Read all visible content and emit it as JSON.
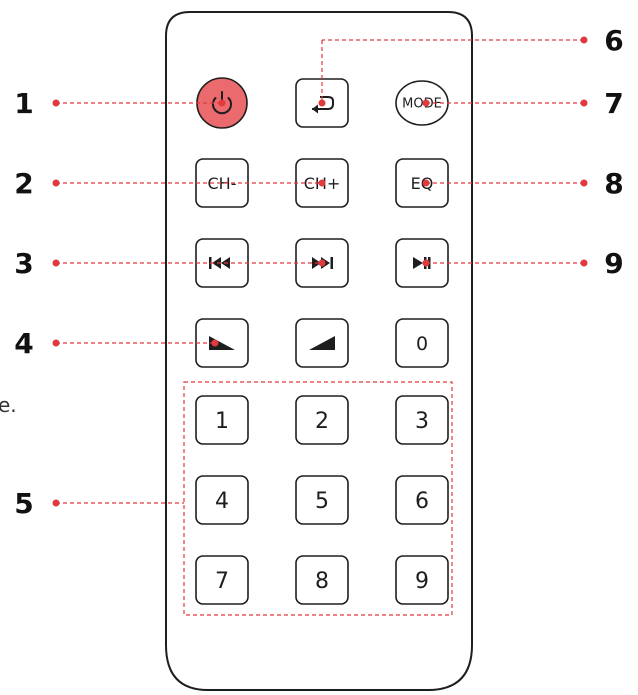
{
  "colors": {
    "accent": "#e03a3e",
    "power_fill": "#ea6a6d",
    "outline": "#1e1e1e"
  },
  "remote": {
    "rows": [
      [
        {
          "name": "power-button",
          "text": "",
          "icon": "power-icon"
        },
        {
          "name": "return-button",
          "text": "",
          "icon": "return-arrow-icon"
        },
        {
          "name": "mode-button",
          "text": "MODE",
          "icon": ""
        }
      ],
      [
        {
          "name": "channel-down-button",
          "text": "CH-",
          "icon": ""
        },
        {
          "name": "channel-up-button",
          "text": "CH+",
          "icon": ""
        },
        {
          "name": "eq-button",
          "text": "EQ",
          "icon": ""
        }
      ],
      [
        {
          "name": "previous-track-button",
          "text": "",
          "icon": "previous-track-icon"
        },
        {
          "name": "next-track-button",
          "text": "",
          "icon": "next-track-icon"
        },
        {
          "name": "play-pause-button",
          "text": "",
          "icon": "play-pause-icon"
        }
      ],
      [
        {
          "name": "volume-down-button",
          "text": "",
          "icon": "volume-down-icon"
        },
        {
          "name": "volume-up-button",
          "text": "",
          "icon": "volume-up-icon"
        },
        {
          "name": "digit-0-button",
          "text": "0",
          "icon": ""
        }
      ]
    ],
    "keypad": [
      "1",
      "2",
      "3",
      "4",
      "5",
      "6",
      "7",
      "8",
      "9"
    ]
  },
  "callouts": [
    {
      "number": "1",
      "side": "left",
      "target": "power-button"
    },
    {
      "number": "2",
      "side": "left",
      "target": "channel-up-button"
    },
    {
      "number": "3",
      "side": "left",
      "target": "next-track-button"
    },
    {
      "number": "4",
      "side": "left",
      "target": "volume-down-button"
    },
    {
      "number": "5",
      "side": "left",
      "target": "number-keypad-group"
    },
    {
      "number": "6",
      "side": "right",
      "target": "return-button"
    },
    {
      "number": "7",
      "side": "right",
      "target": "mode-button"
    },
    {
      "number": "8",
      "side": "right",
      "target": "eq-button"
    },
    {
      "number": "9",
      "side": "right",
      "target": "play-pause-button"
    }
  ],
  "cropped_text": "e."
}
